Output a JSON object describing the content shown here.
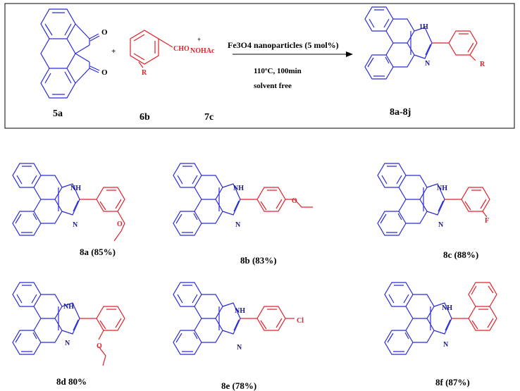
{
  "reaction": {
    "reactant_1": "5a",
    "reactant_2": "6b",
    "reactant_3": "7c",
    "product": "8a-8j",
    "plus_1": "+",
    "plus_2": "+",
    "reagent_nh4oac": "NOHAc",
    "cho_group": "CHO",
    "r_group": "R",
    "oxo_1": "O",
    "oxo_2": "O",
    "catalyst": "Fe3O4 nanoparticles (5 mol%)",
    "conditions_temp": "110ºC, 100min",
    "conditions_solvent": "solvent free",
    "nh_label": "H",
    "n_label": "N"
  },
  "products": [
    {
      "id": "8a",
      "label": "8a (85%)",
      "substituent": "O"
    },
    {
      "id": "8b",
      "label": "8b (83%)",
      "substituent": "O"
    },
    {
      "id": "8c",
      "label": "8c (88%)",
      "substituent": "F"
    },
    {
      "id": "8d",
      "label": "8d 80%",
      "substituent": "O"
    },
    {
      "id": "8e",
      "label": "8e (78%)",
      "substituent": "Cl"
    },
    {
      "id": "8f",
      "label": "8f (87%)",
      "substituent": ""
    }
  ],
  "colors": {
    "core": "#2a2ad8",
    "aryl": "#e0202a",
    "text": "#000000"
  }
}
